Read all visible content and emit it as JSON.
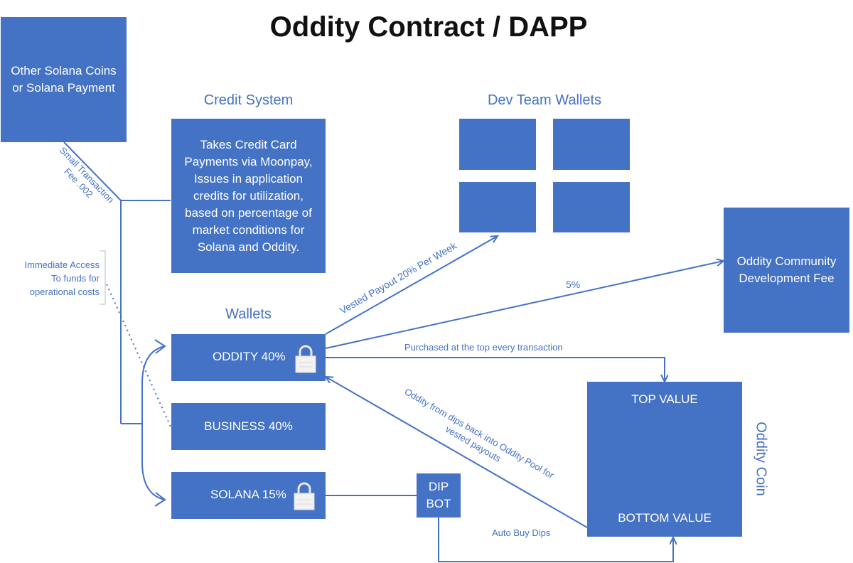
{
  "title": "Oddity Contract / DAPP",
  "colors": {
    "box_fill": "#4472c4",
    "box_text": "#ffffff",
    "label_text": "#4472c4",
    "title_text": "#111111"
  },
  "boxes": {
    "other_coins": "Other Solana Coins or Solana Payment",
    "credit_system": "Takes Credit Card Payments via Moonpay, Issues in application credits for utilization, based on percentage of market conditions for Solana and Oddity.",
    "community_fee": "Oddity Community Development Fee",
    "wallet_oddity": "ODDITY 40%",
    "wallet_business": "BUSINESS 40%",
    "wallet_solana": "SOLANA 15%",
    "dip_bot": "DIP BOT",
    "coin_top": "TOP VALUE",
    "coin_bottom": "BOTTOM VALUE"
  },
  "headings": {
    "credit_system": "Credit System",
    "dev_team": "Dev Team Wallets",
    "wallets": "Wallets",
    "oddity_coin": "Oddity Coin"
  },
  "annotations": {
    "small_fee_line1": "Small Transaction",
    "small_fee_line2": "Fee .002",
    "immediate_access": [
      "Immediate Access",
      "To funds for",
      "operational costs"
    ],
    "vested_payout": "Vested Payout 20% Per Week",
    "five_percent": "5%",
    "purchased_top": "Purchased at the top every transaction",
    "dips_back_line1": "Oddity from dips back into Oddity Pool for",
    "dips_back_line2": "vested payouts",
    "auto_buy": "Auto Buy Dips"
  },
  "icons": {
    "lock": "padlock-icon"
  }
}
